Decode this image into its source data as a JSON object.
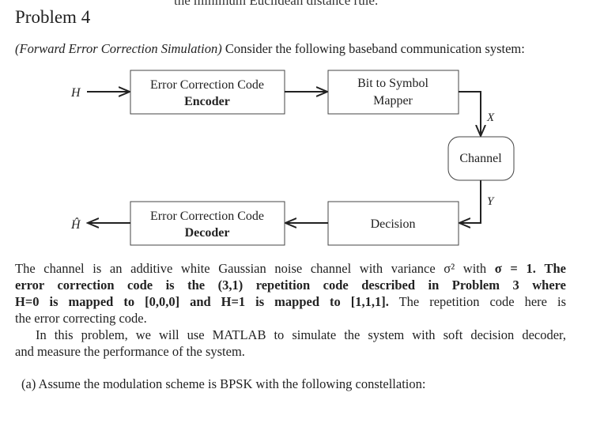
{
  "cut_line": "the minimum Euclidean distance rule.",
  "title": "Problem 4",
  "intro": {
    "italic": "(Forward Error Correction Simulation)",
    "rest": " Consider the following baseband communication system:"
  },
  "diagram": {
    "input_label": "H",
    "output_label": "Ĥ",
    "encoder": {
      "line1": "Error Correction Code",
      "line2": "Encoder"
    },
    "mapper": {
      "line1": "Bit to Symbol",
      "line2": "Mapper"
    },
    "channel": "Channel",
    "decision": "Decision",
    "decoder": {
      "line1": "Error Correction Code",
      "line2": "Decoder"
    },
    "x_label": "X",
    "y_label": "Y"
  },
  "paragraph1": {
    "l1a": "The channel is an additive white Gaussian noise channel with variance σ² with ",
    "l1b": "σ = 1. The",
    "l2": "error correction code is the (3,1) repetition code described in Problem 3 where",
    "l3a": "H=0 is mapped to [0,0,0] and H=1 is mapped to [1,1,1].",
    "l3b": " The repetition code here is",
    "l4": "the error correcting code."
  },
  "paragraph2": {
    "l1": "In this problem, we will use MATLAB to simulate the system with soft decision decoder,",
    "l2": "and measure the performance of the system."
  },
  "part_a": "(a) Assume the modulation scheme is BPSK with the following constellation:"
}
